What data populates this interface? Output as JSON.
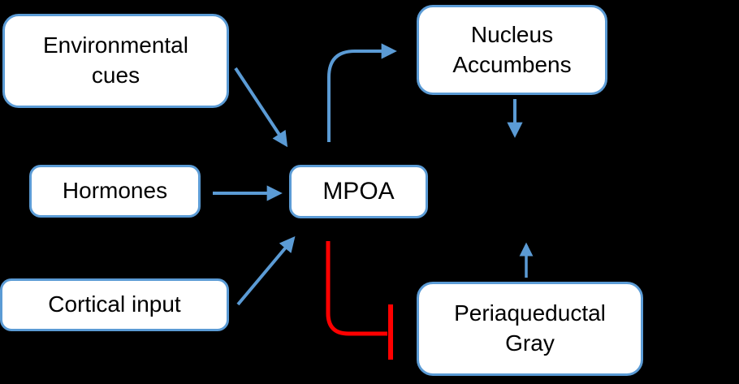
{
  "colors": {
    "background": "#000000",
    "box_fill": "#ffffff",
    "box_border": "#5b9bd5",
    "arrow_blue": "#5b9bd5",
    "inhibit_red": "#ff0000",
    "text": "#000000"
  },
  "nodes": {
    "environmental_cues": {
      "label": "Environmental cues"
    },
    "hormones": {
      "label": "Hormones"
    },
    "cortical_input": {
      "label": "Cortical input"
    },
    "mpoa": {
      "label": "MPOA"
    },
    "nucleus_accumbens": {
      "label": "Nucleus Accumbens"
    },
    "periaqueductal_gray": {
      "label": "Periaqueductal Gray"
    }
  },
  "edges": [
    {
      "from": "environmental_cues",
      "to": "mpoa",
      "type": "excitatory",
      "style": "straight-arrow",
      "color": "#5b9bd5"
    },
    {
      "from": "hormones",
      "to": "mpoa",
      "type": "excitatory",
      "style": "straight-arrow",
      "color": "#5b9bd5"
    },
    {
      "from": "cortical_input",
      "to": "mpoa",
      "type": "excitatory",
      "style": "straight-arrow",
      "color": "#5b9bd5"
    },
    {
      "from": "mpoa",
      "to": "nucleus_accumbens",
      "type": "excitatory",
      "style": "curved-arrow",
      "color": "#5b9bd5"
    },
    {
      "from": "nucleus_accumbens",
      "to": "unlabeled-region-below",
      "type": "excitatory",
      "style": "down-arrow",
      "color": "#5b9bd5"
    },
    {
      "from": "periaqueductal_gray",
      "to": "unlabeled-region-above",
      "type": "excitatory",
      "style": "up-arrow",
      "color": "#5b9bd5"
    },
    {
      "from": "mpoa",
      "to": "periaqueductal_gray",
      "type": "inhibitory",
      "style": "t-bar",
      "color": "#ff0000"
    }
  ]
}
